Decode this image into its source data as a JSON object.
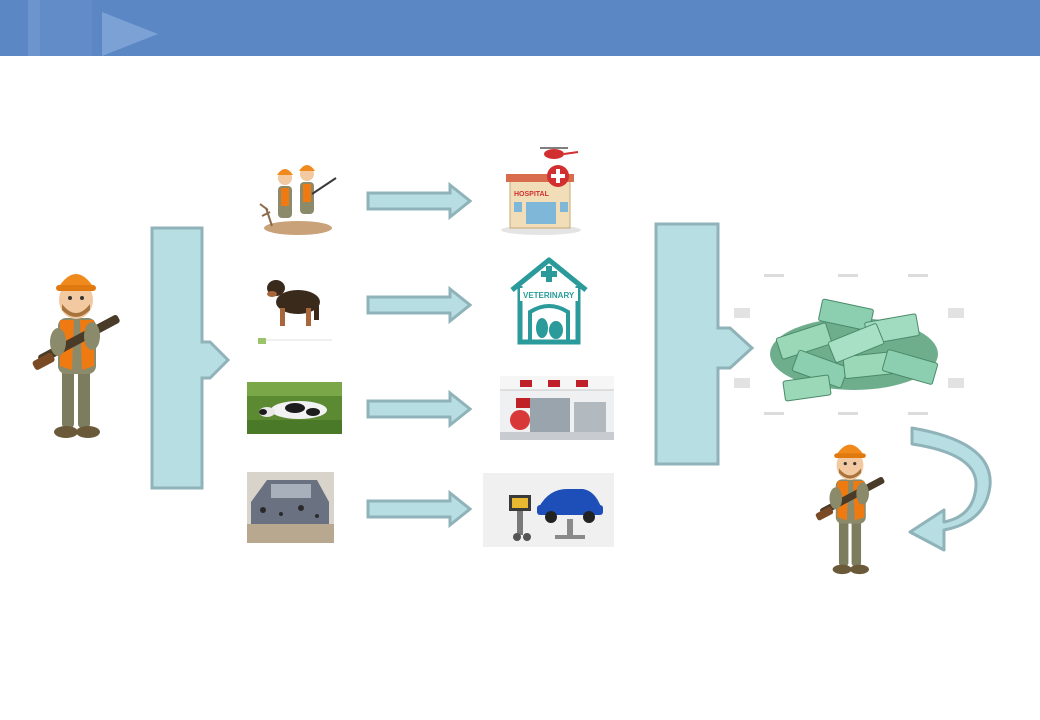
{
  "header": {
    "accent_color": "#5b87c5"
  },
  "labels": {
    "hospital_sign": "HOSPITAL",
    "veterinary_sign": "VETERINARY"
  },
  "colors": {
    "arrow_fill": "#b7dfe3",
    "arrow_stroke": "#8fb3b9",
    "hunter_hat": "#f08a1c",
    "hunter_vest": "#f07a12",
    "euro_notes": "#8ccfb0"
  },
  "rows": [
    {
      "cause": "hunting-accident-image",
      "outcome": "hospital-icon"
    },
    {
      "cause": "injured-dog-image",
      "outcome": "veterinary-icon"
    },
    {
      "cause": "dead-cow-image",
      "outcome": "meat-processing-icon"
    },
    {
      "cause": "damaged-car-image",
      "outcome": "car-repair-icon"
    }
  ]
}
